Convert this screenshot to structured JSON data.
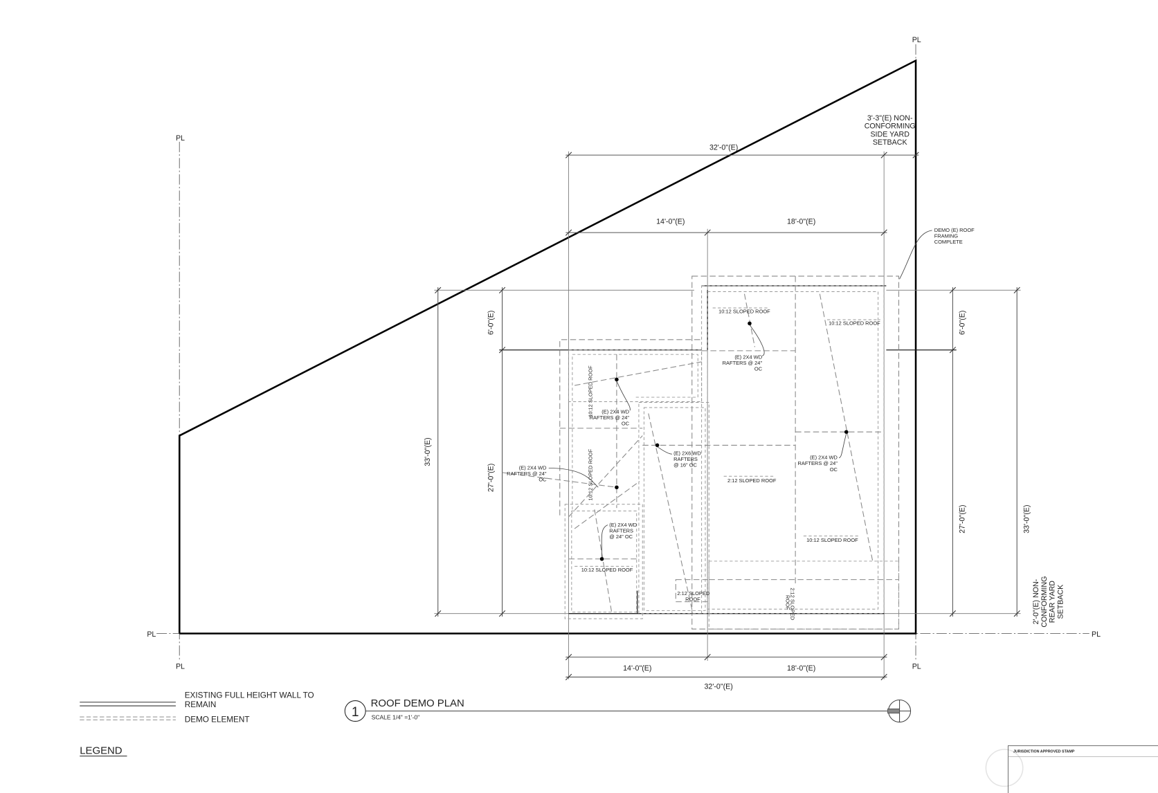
{
  "drawing": {
    "title": "ROOF DEMO PLAN",
    "number": "1",
    "scale": "SCALE 1/4\" =1'-0\"",
    "pl_symbol": "PL"
  },
  "dimensions": {
    "top_overall": "32'-0\"(E)",
    "top_left": "14'-0\"(E)",
    "top_right": "18'-0\"(E)",
    "bottom_left": "14'-0\"(E)",
    "bottom_right": "18'-0\"(E)",
    "bottom_overall": "32'-0\"(E)",
    "left_overall": "33'-0\"(E)",
    "left_top": "6'-0\"(E)",
    "left_bottom": "27'-0\"(E)",
    "right_top": "6'-0\"(E)",
    "right_bottom": "27'-0\"(E)",
    "right_overall": "33'-0\"(E)"
  },
  "setbacks": {
    "side": [
      "3'-3\"(E) NON-",
      "CONFORMING",
      "SIDE YARD",
      "SETBACK"
    ],
    "rear": [
      "2'-0\"(E) NON-",
      "CONFORMING",
      "REAR YARD",
      "SETBACK"
    ]
  },
  "notes": {
    "demo_framing": [
      "DEMO (E) ROOF",
      "FRAMING",
      "COMPLETE"
    ],
    "rafters_a": [
      "(E) 2X4 WD",
      "RAFTERS @ 24\"",
      "OC"
    ],
    "rafters_b": [
      "(E) 2X4 WD",
      "RAFTERS @ 24\"",
      "OC"
    ],
    "rafters_c": [
      "(E) 2X6 WD",
      "RAFTERS",
      "@ 16\" OC"
    ],
    "rafters_d": [
      "(E) 2X4 WD",
      "RAFTERS @ 24\"",
      "OC"
    ],
    "rafters_e": [
      "(E) 2X4 WD",
      "RAFTERS @ 24\"",
      "OC"
    ],
    "rafters_f": [
      "(E) 2X4 WD",
      "RAFTERS",
      "@ 24\" OC"
    ]
  },
  "roof_labels": {
    "r1": "10:12 SLOPED ROOF",
    "r2": "10:12 SLOPED ROOF",
    "r3": "10:12 SLOPED ROOF",
    "r4": "10:12 SLOPED ROOF",
    "r5": "2:12 SLOPED ROOF",
    "r6": "10:12 SLOPED ROOF",
    "r7": "10:12 SLOPED ROOF",
    "r8": [
      "2:12 SLOPED",
      "ROOF"
    ],
    "r9": [
      "2:12 SLOPED",
      "ROOF"
    ]
  },
  "legend": {
    "title": "LEGEND",
    "wall": [
      "EXISTING FULL HEIGHT WALL TO",
      "REMAIN"
    ],
    "demo": "DEMO ELEMENT"
  },
  "stamp": {
    "title": "JURISDICTION APPROVED STAMP"
  }
}
